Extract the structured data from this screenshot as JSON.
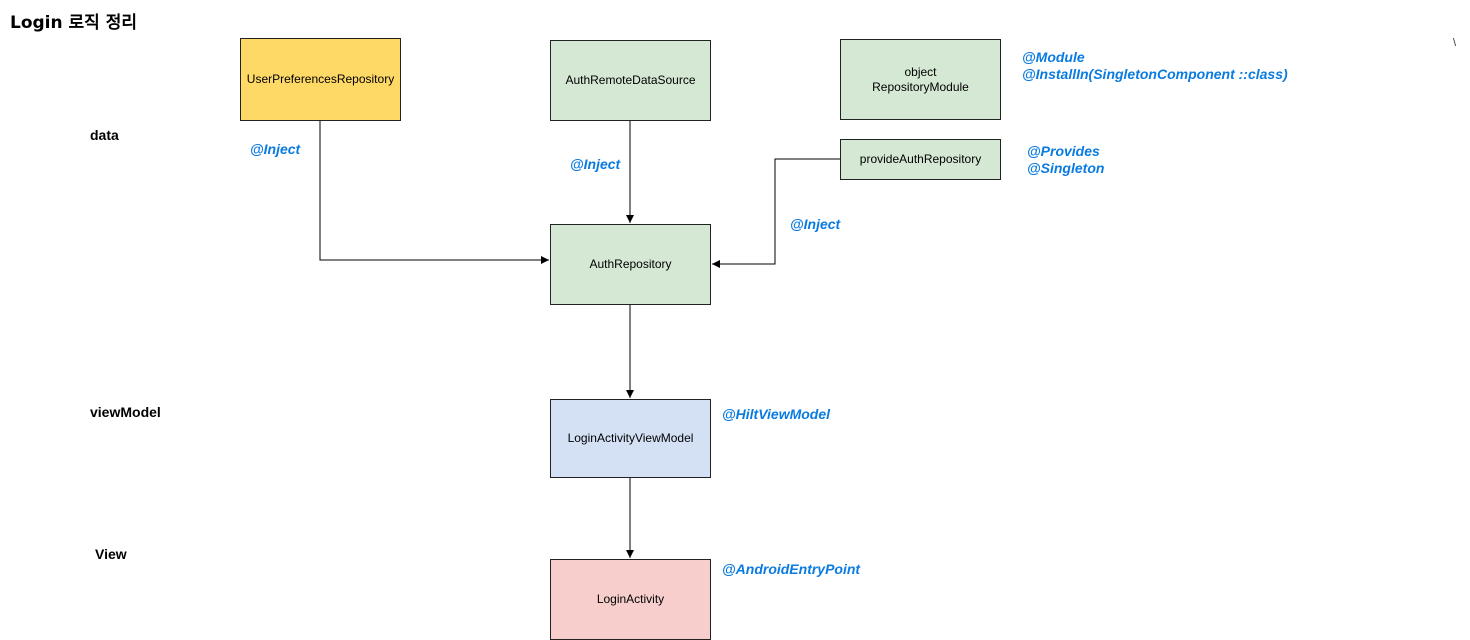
{
  "title": "Login 로직 정리",
  "layers": {
    "data": "data",
    "viewModel": "viewModel",
    "view": "View"
  },
  "nodes": {
    "user_prefs_repo": "UserPreferencesRepository",
    "auth_remote_ds": "AuthRemoteDataSource",
    "repository_module": "object\nRepositoryModule",
    "provide_auth_repo": "provideAuthRepository",
    "auth_repository": "AuthRepository",
    "login_vm": "LoginActivityViewModel",
    "login_activity": "LoginActivity"
  },
  "annotations": {
    "inject_user_prefs": "@Inject",
    "inject_remote": "@Inject",
    "inject_provide": "@Inject",
    "module": "@Module\n@InstallIn(SingletonComponent ::class)",
    "provides": "@Provides\n@Singleton",
    "hilt_view_model": "@HiltViewModel",
    "android_entry_point": "@AndroidEntryPoint"
  },
  "stray_mark": "\\",
  "colors": {
    "annotation": "#0a7be0",
    "green": "#d5e8d4",
    "yellow": "#ffd966",
    "blue": "#d4e1f5",
    "red": "#f8cecc"
  }
}
